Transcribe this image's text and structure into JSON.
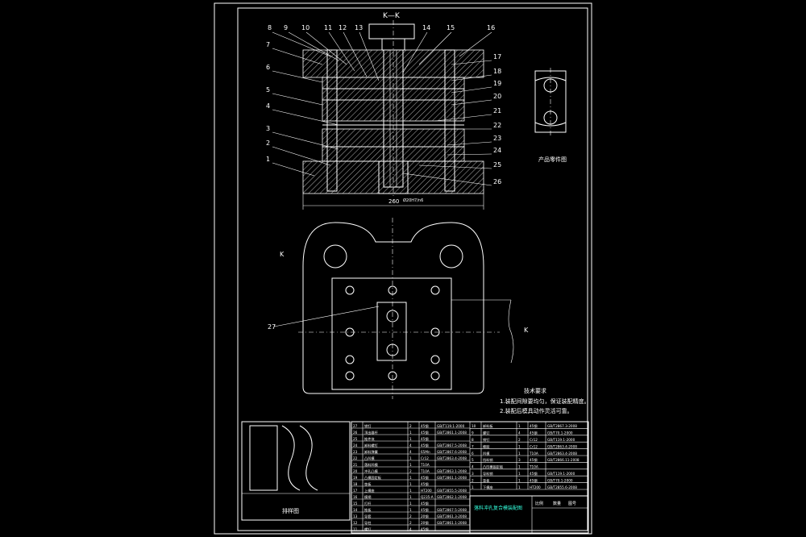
{
  "section_label": "K—K",
  "top_left_parts": [
    "8",
    "9",
    "10",
    "11",
    "12",
    "13",
    "14",
    "15",
    "16"
  ],
  "left_parts": [
    "7",
    "6",
    "5",
    "4",
    "3",
    "2",
    "1"
  ],
  "right_parts": [
    "17",
    "18",
    "19",
    "20",
    "21",
    "22",
    "23",
    "24",
    "25",
    "26"
  ],
  "dim_width": "260",
  "dim_bottom_note": "Ø20H7/n6",
  "part_label_27": "27",
  "view_marker_left": "K",
  "view_marker_right": "K",
  "product_title": "产品零件图",
  "strip_title": "排样图",
  "tech_req": {
    "title": "技术要求",
    "items": [
      "1.装配间隙要均匀，保证装配精度。",
      "2.装配后模具动作灵活可靠。"
    ]
  },
  "title_block": {
    "name": "落料冲孔复合模装配图",
    "scale_label": "比例",
    "sheet_label": "数量",
    "drawing_no": "图号"
  },
  "bom_left": [
    [
      "27",
      "销钉",
      "2",
      "45钢",
      "GB/T119.1-2000"
    ],
    [
      "26",
      "顶出器杆",
      "1",
      "45钢",
      "GB/T2861.1-2008"
    ],
    [
      "25",
      "推件块",
      "1",
      "45钢",
      ""
    ],
    [
      "24",
      "卸料螺钉",
      "4",
      "45钢",
      "GB/T2867.5-2008"
    ],
    [
      "23",
      "卸料弹簧",
      "4",
      "65Mn",
      "GB/T2867.6-2008"
    ],
    [
      "22",
      "凸凹模",
      "1",
      "Cr12",
      "GB/T2863.4-2008"
    ],
    [
      "21",
      "落料凹模",
      "1",
      "T10A",
      ""
    ],
    [
      "20",
      "冲孔凸模",
      "2",
      "T10A",
      "GB/T2863.1-2008"
    ],
    [
      "19",
      "凸模固定板",
      "1",
      "45钢",
      "GB/T2861.1-2008"
    ],
    [
      "18",
      "垫板",
      "1",
      "45钢",
      ""
    ],
    [
      "17",
      "上模座",
      "1",
      "HT200",
      "GB/T2855.5-2008"
    ],
    [
      "16",
      "模柄",
      "1",
      "Q235-A",
      "GB/T2862.1-2008"
    ],
    [
      "15",
      "打杆",
      "1",
      "45钢",
      ""
    ],
    [
      "14",
      "推板",
      "1",
      "45钢",
      "GB/T2867.5-2008"
    ],
    [
      "13",
      "导套",
      "2",
      "20钢",
      "GB/T2861.3-2008"
    ],
    [
      "12",
      "导柱",
      "2",
      "20钢",
      "GB/T2861.1-2008"
    ],
    [
      "11",
      "螺钉",
      "4",
      "45钢",
      ""
    ]
  ],
  "bom_right": [
    [
      "10",
      "卸料板",
      "1",
      "45钢",
      "GB/T2867.3-2008"
    ],
    [
      "9",
      "螺钉",
      "4",
      "45钢",
      "GB/T70.1-2000"
    ],
    [
      "8",
      "销钉",
      "2",
      "Cr12",
      "GB/T119.1-2000"
    ],
    [
      "7",
      "橡胶",
      "1",
      "Cr12",
      "GB/T2863.4-2008"
    ],
    [
      "6",
      "凹模",
      "1",
      "T10A",
      "GB/T2863.4-2008"
    ],
    [
      "5",
      "挡料销",
      "3",
      "45钢",
      "GB/T2866.11-2008"
    ],
    [
      "4",
      "凸凹模固定板",
      "1",
      "T10A",
      ""
    ],
    [
      "3",
      "导料销",
      "1",
      "45钢",
      "GB/T119.1-2000"
    ],
    [
      "2",
      "垫板",
      "1",
      "45钢",
      "GB/T70.1-2000"
    ],
    [
      "1",
      "下模座",
      "1",
      "HT200",
      "GB/T2855.6-2008"
    ]
  ]
}
